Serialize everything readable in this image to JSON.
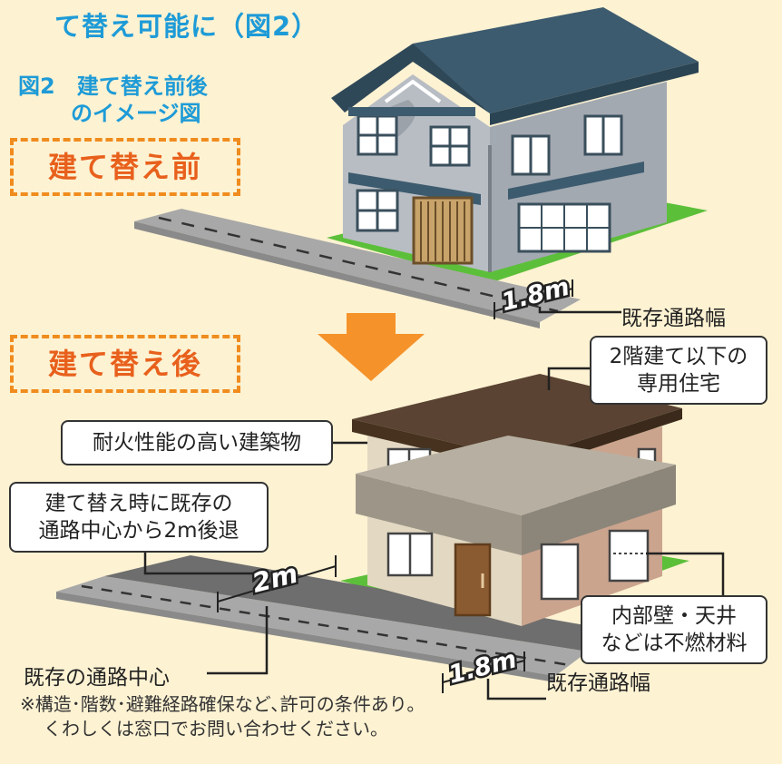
{
  "title": "て替え可能に（図2）",
  "figure_label": {
    "line1": "図2　建て替え前後",
    "line2": "のイメージ図"
  },
  "before_tag": "建て替え前",
  "after_tag": "建て替え後",
  "before": {
    "width_label": "既存通路幅",
    "dimension": "1.8m"
  },
  "after": {
    "callout_two_floor": {
      "line1": "2階建て以下の",
      "line2": "専用住宅"
    },
    "callout_fireproof": "耐火性能の高い建築物",
    "callout_setback": {
      "line1": "建て替え時に既存の",
      "line2": "通路中心から2m後退"
    },
    "callout_walls": {
      "line1": "内部壁・天井",
      "line2": "などは不燃材料"
    },
    "center_label": "既存の通路中心",
    "width_label": "既存通路幅",
    "dimension_setback": "2m",
    "dimension_width": "1.8m"
  },
  "notes": {
    "line1": "※構造･階数･避難経路確保など､許可の条件あり。",
    "line2": "くわしくは窓口でお問い合わせください。"
  },
  "colors": {
    "background": "#fdf2d2",
    "heading": "#1e9bd7",
    "accent_orange": "#f08c1e",
    "tag_text": "#e8601c",
    "roof_before": "#3d5b6e",
    "roof_after": "#5a4332",
    "grass": "#5cbf3a"
  }
}
